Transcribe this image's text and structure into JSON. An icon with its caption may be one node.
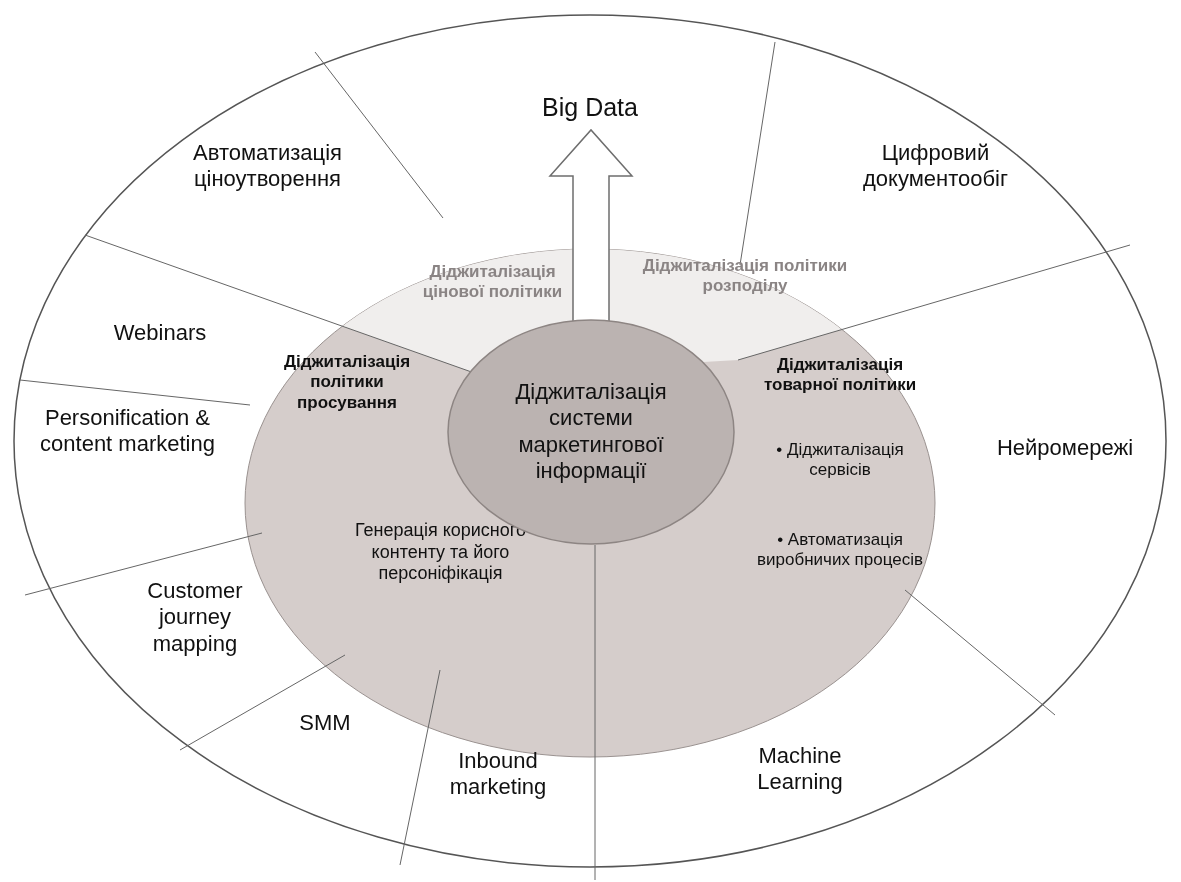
{
  "diagram": {
    "nodes": [
      {
        "text": [
          "Big Data"
        ]
      },
      {
        "text": [
          "Автоматизація ціноутворення"
        ]
      },
      {
        "text": [
          "Цифровий документообіг"
        ]
      },
      {
        "text": [
          "Webinars"
        ]
      },
      {
        "text": [
          "Personification & content marketing"
        ]
      },
      {
        "text": [
          "Нейромережі"
        ]
      },
      {
        "text": [
          "Customer journey mapping"
        ]
      },
      {
        "text": [
          "SMM"
        ]
      },
      {
        "text": [
          "Inbound marketing"
        ]
      },
      {
        "text": [
          "Machine Learning"
        ]
      },
      {
        "text": [
          "Діджиталізація цінової політики"
        ]
      },
      {
        "text": [
          "Діджиталізація політики розподілу"
        ]
      },
      {
        "text": [
          "Діджиталізація політики просування",
          "Генерація корисного контенту та його персоніфікація"
        ]
      },
      {
        "text": [
          "Діджиталізація товарної політики",
          "• Діджиталізація сервісів",
          "• Автоматизація виробничих процесів"
        ]
      },
      {
        "text": [
          "Діджиталізація системи маркетингової інформації"
        ]
      }
    ],
    "edges": [
      {
        "from": 14,
        "to": 0,
        "arrow": "to"
      }
    ]
  }
}
